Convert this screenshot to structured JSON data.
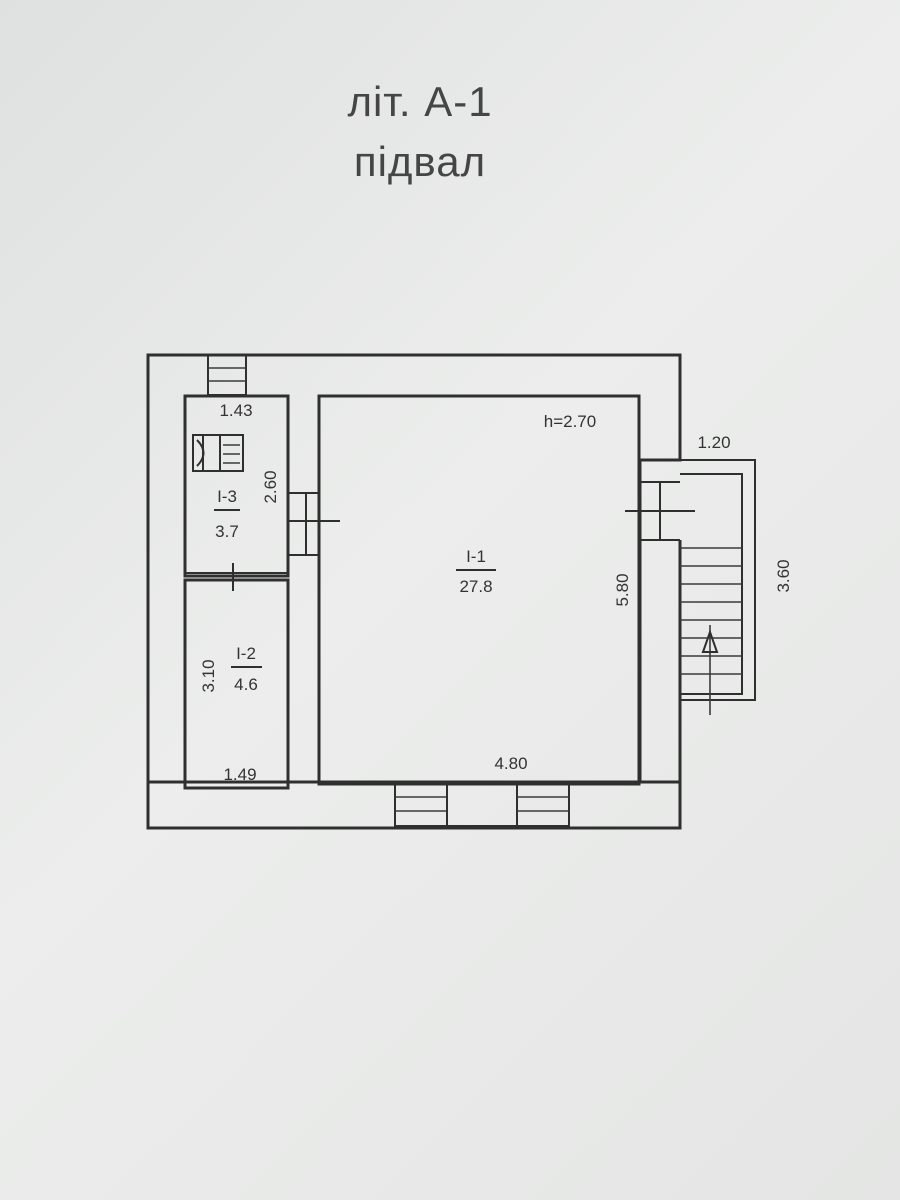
{
  "plan": {
    "title": "літ. А-1",
    "subtitle": "підвал"
  },
  "rooms": {
    "main": {
      "number": "І-1",
      "area": "27.8",
      "height": "h=2.70",
      "width": "4.80",
      "length": "5.80"
    },
    "room2": {
      "number": "І-2",
      "area": "4.6",
      "width": "1.49",
      "length": "3.10"
    },
    "room3": {
      "number": "І-3",
      "area": "3.7",
      "width": "1.43",
      "length": "2.60"
    }
  },
  "stairs": {
    "width": "1.20",
    "length": "3.60"
  }
}
